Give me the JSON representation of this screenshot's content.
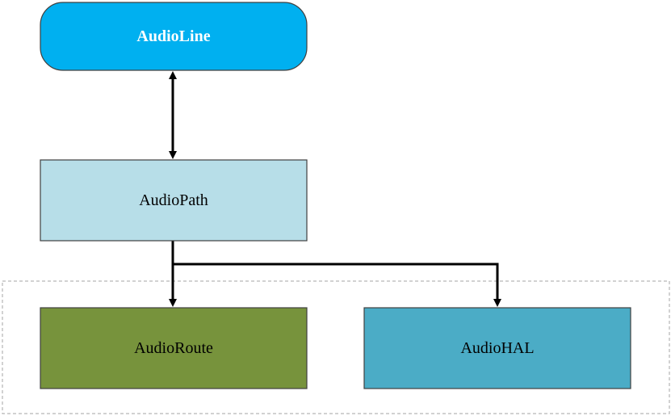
{
  "nodes": {
    "audio_line": {
      "label": "AudioLine",
      "fill": "#00B0F0",
      "text_color": "#FFFFFF"
    },
    "audio_path": {
      "label": "AudioPath",
      "fill": "#B7DEE8",
      "text_color": "#000000"
    },
    "audio_route": {
      "label": "AudioRoute",
      "fill": "#77933C",
      "text_color": "#000000"
    },
    "audio_hal": {
      "label": "AudioHAL",
      "fill": "#4BACC6",
      "text_color": "#000000"
    }
  },
  "colors": {
    "connector": "#000000",
    "group_border": "#A6A6A6",
    "node_border": "#404040"
  }
}
